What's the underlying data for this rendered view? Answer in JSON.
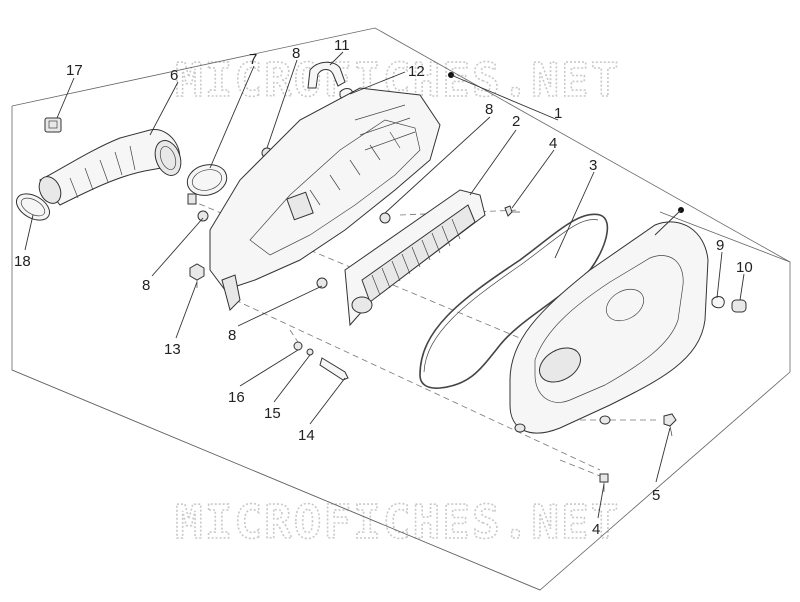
{
  "watermark": {
    "top": "MICROFICHES.NET",
    "bottom": "MICROFICHES.NET"
  },
  "callouts": [
    {
      "id": "c17",
      "label": "17"
    },
    {
      "id": "c6",
      "label": "6"
    },
    {
      "id": "c7",
      "label": "7"
    },
    {
      "id": "c8a",
      "label": "8"
    },
    {
      "id": "c11",
      "label": "11"
    },
    {
      "id": "c12",
      "label": "12"
    },
    {
      "id": "c8b",
      "label": "8"
    },
    {
      "id": "c1",
      "label": "1"
    },
    {
      "id": "c2",
      "label": "2"
    },
    {
      "id": "c4a",
      "label": "4"
    },
    {
      "id": "c3",
      "label": "3"
    },
    {
      "id": "c18",
      "label": "18"
    },
    {
      "id": "c8c",
      "label": "8"
    },
    {
      "id": "c9",
      "label": "9"
    },
    {
      "id": "c10",
      "label": "10"
    },
    {
      "id": "c13",
      "label": "13"
    },
    {
      "id": "c8d",
      "label": "8"
    },
    {
      "id": "c16",
      "label": "16"
    },
    {
      "id": "c15",
      "label": "15"
    },
    {
      "id": "c14",
      "label": "14"
    },
    {
      "id": "c5",
      "label": "5"
    },
    {
      "id": "c4b",
      "label": "4"
    }
  ]
}
